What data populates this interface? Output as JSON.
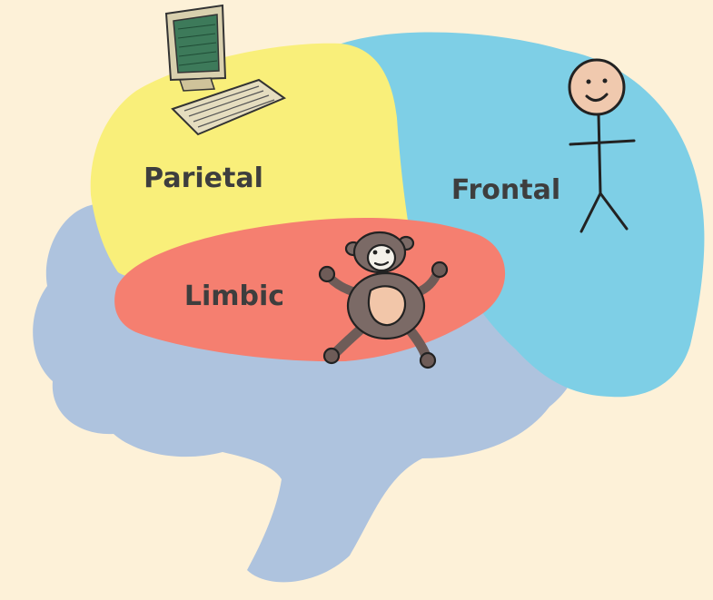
{
  "diagram": {
    "background_color": "#fdf1d8",
    "regions": {
      "brain": {
        "color": "#aec3de"
      },
      "frontal": {
        "label": "Frontal",
        "color": "#7ecfe6"
      },
      "parietal": {
        "label": "Parietal",
        "color": "#f9ef7a"
      },
      "limbic": {
        "label": "Limbic",
        "color": "#f57f70"
      }
    },
    "label_color": "#3e3e3e",
    "icons": {
      "parietal": "computer-icon",
      "frontal": "stick-figure-icon",
      "limbic": "monkey-icon"
    }
  }
}
